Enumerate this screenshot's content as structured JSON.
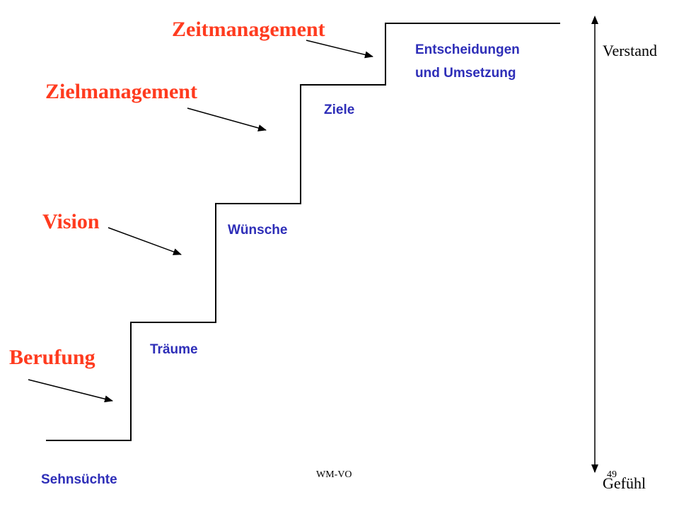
{
  "labels": {
    "zeitmanagement": "Zeitmanagement",
    "zielmanagement": "Zielmanagement",
    "vision": "Vision",
    "berufung": "Berufung"
  },
  "steps": {
    "sehnsuechte": "Sehnsüchte",
    "traeume": "Träume",
    "wuensche": "Wünsche",
    "ziele": "Ziele",
    "entscheidungen_line1": "Entscheidungen",
    "entscheidungen_line2": "und Umsetzung"
  },
  "axis": {
    "top": "Verstand",
    "bottom": "Gefühl"
  },
  "footer": {
    "text": "WM-VO",
    "page_number": "49"
  },
  "colors": {
    "label": "#ff3b1f",
    "step": "#2e2eb8",
    "line": "#000000"
  }
}
